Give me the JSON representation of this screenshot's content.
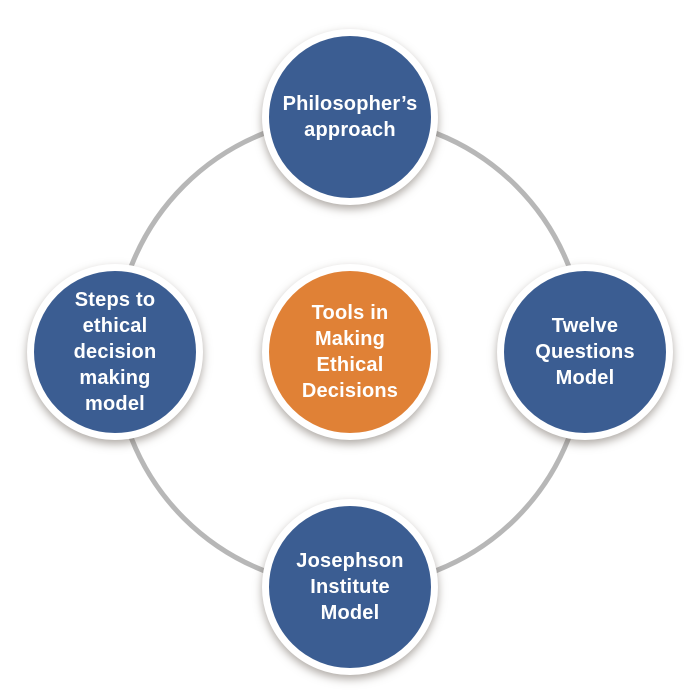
{
  "diagram": {
    "title": "Tools in Making Ethical Decisions",
    "type": "hub-and-spoke cycle diagram",
    "colors": {
      "node_blue": "#3b5d92",
      "center_orange": "#e08136",
      "ring_gray": "#b7b7b7",
      "text_white": "#ffffff",
      "background": "#ffffff"
    },
    "center": {
      "id": "tools-in-making-ethical-decisions",
      "label": "Tools in\nMaking\nEthical\nDecisions"
    },
    "nodes": [
      {
        "id": "philosophers-approach",
        "position": "top",
        "label": "Philosopher’s\napproach"
      },
      {
        "id": "twelve-questions-model",
        "position": "right",
        "label": "Twelve\nQuestions\nModel"
      },
      {
        "id": "josephson-institute-model",
        "position": "bottom",
        "label": "Josephson\nInstitute\nModel"
      },
      {
        "id": "steps-to-ethical-decision-making-model",
        "position": "left",
        "label": "Steps to\nethical\ndecision\nmaking\nmodel"
      }
    ]
  }
}
